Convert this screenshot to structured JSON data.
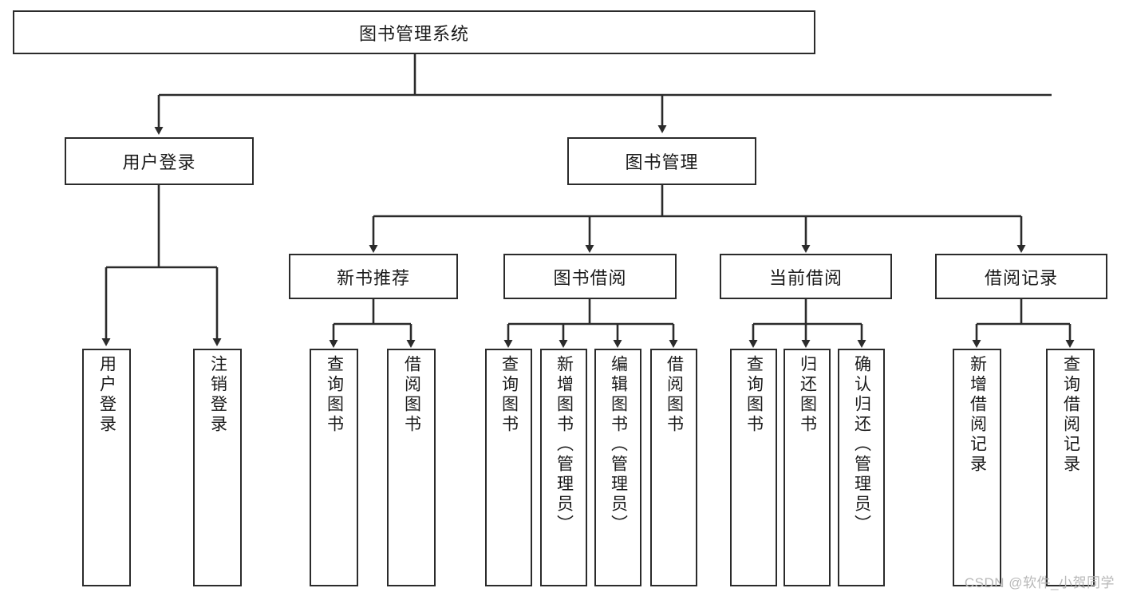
{
  "diagram": {
    "title": "图书管理系统",
    "type": "tree-hierarchy",
    "root": {
      "label": "图书管理系统"
    },
    "level2": [
      {
        "label": "用户登录"
      },
      {
        "label": "图书管理"
      }
    ],
    "level3": [
      {
        "label": "新书推荐"
      },
      {
        "label": "图书借阅"
      },
      {
        "label": "当前借阅"
      },
      {
        "label": "借阅记录"
      }
    ],
    "leaves": {
      "user_login": [
        {
          "label": "用户登录"
        },
        {
          "label": "注销登录"
        }
      ],
      "new_book": [
        {
          "label": "查询图书"
        },
        {
          "label": "借阅图书"
        }
      ],
      "book_borrow": [
        {
          "label": "查询图书"
        },
        {
          "label": "新增图书（管理员）"
        },
        {
          "label": "编辑图书（管理员）"
        },
        {
          "label": "借阅图书"
        }
      ],
      "current_borrow": [
        {
          "label": "查询图书"
        },
        {
          "label": "归还图书"
        },
        {
          "label": "确认归还（管理员）"
        }
      ],
      "borrow_record": [
        {
          "label": "新增借阅记录"
        },
        {
          "label": "查询借阅记录"
        }
      ]
    }
  },
  "watermark": {
    "text": "CSDN @软件_小贺同学"
  },
  "colors": {
    "border": "#2b2b2b",
    "background": "#ffffff",
    "text": "#1a1a1a",
    "watermark": "#b8b8b8"
  }
}
